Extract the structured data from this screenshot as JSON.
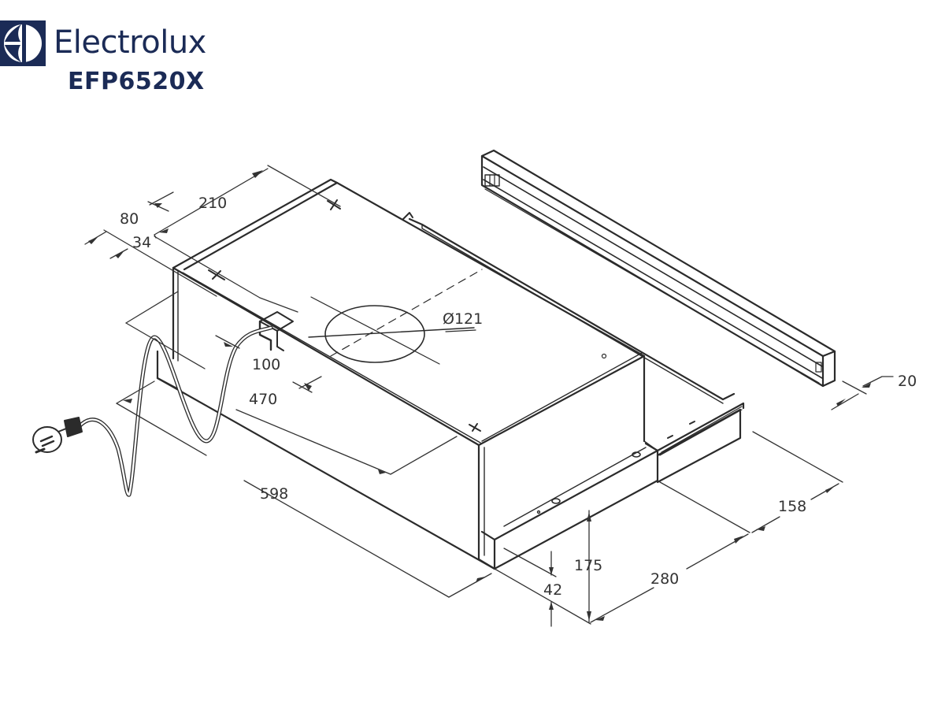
{
  "brand": {
    "name": "Electrolux",
    "model": "EFP6520X",
    "color": "#1b2b56"
  },
  "drawing": {
    "type": "isometric dimension drawing",
    "subject": "slide-out rangehood with front trim bar and power cord",
    "line_color": "#2b2b2b",
    "dimensions": {
      "d210": "210",
      "d80": "80",
      "d34": "34",
      "d121": "Ø121",
      "d100": "100",
      "d470": "470",
      "d598": "598",
      "d20": "20",
      "d158": "158",
      "d280": "280",
      "d175": "175",
      "d42": "42"
    }
  }
}
